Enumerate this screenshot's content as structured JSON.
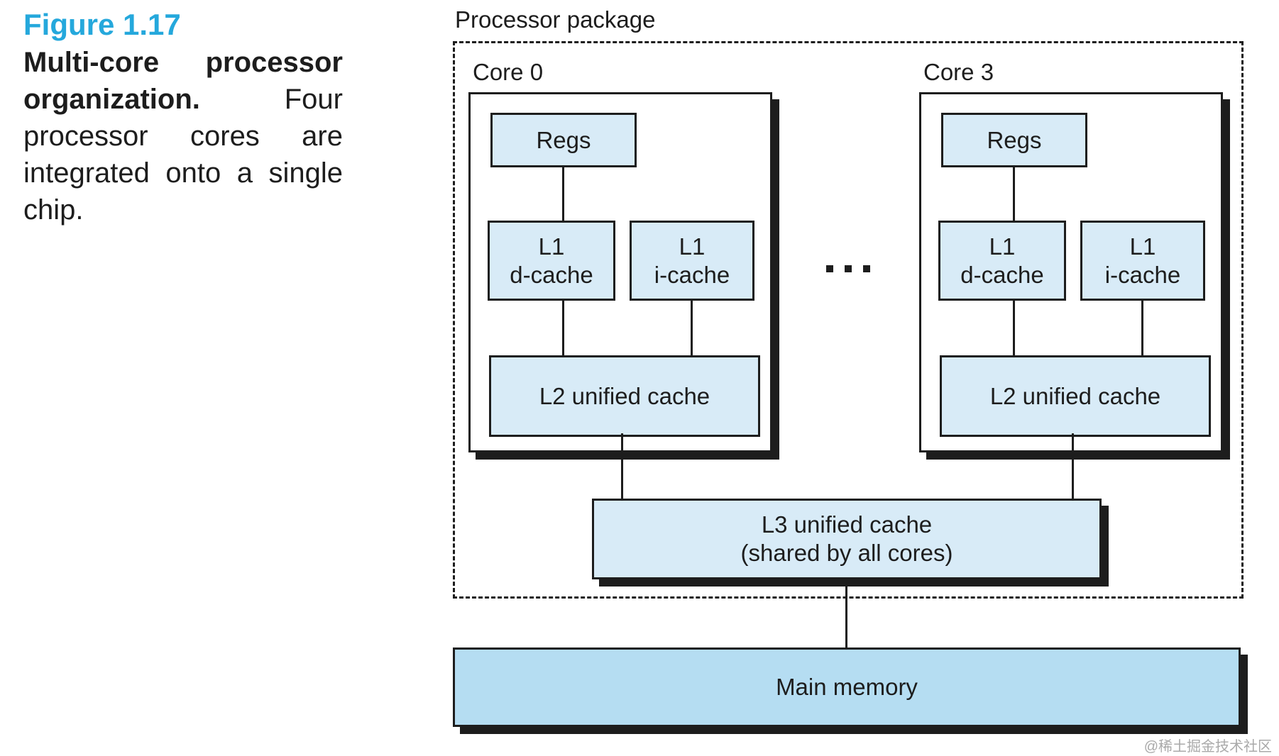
{
  "caption": {
    "figure_label": "Figure 1.17",
    "title": "Multi-core processor organization.",
    "body": "Four processor cores are integrated onto a single chip."
  },
  "diagram": {
    "package_label": "Processor package",
    "cores": [
      {
        "label": "Core 0",
        "regs_label": "Regs",
        "l1d_line1": "L1",
        "l1d_line2": "d-cache",
        "l1i_line1": "L1",
        "l1i_line2": "i-cache",
        "l2_label": "L2 unified cache"
      },
      {
        "label": "Core 3",
        "regs_label": "Regs",
        "l1d_line1": "L1",
        "l1d_line2": "d-cache",
        "l1i_line1": "L1",
        "l1i_line2": "i-cache",
        "l2_label": "L2 unified cache"
      }
    ],
    "l3": {
      "line1": "L3 unified cache",
      "line2": "(shared by all cores)"
    },
    "main_memory_label": "Main memory"
  },
  "colors": {
    "accent": "#25a8dc",
    "ink": "#1d1d1d",
    "box_fill": "#d8ebf7",
    "main_memory_fill": "#b5ddf2",
    "watermark": "#a9a9a9"
  },
  "watermark": {
    "text": "@稀土掘金技术社区"
  }
}
